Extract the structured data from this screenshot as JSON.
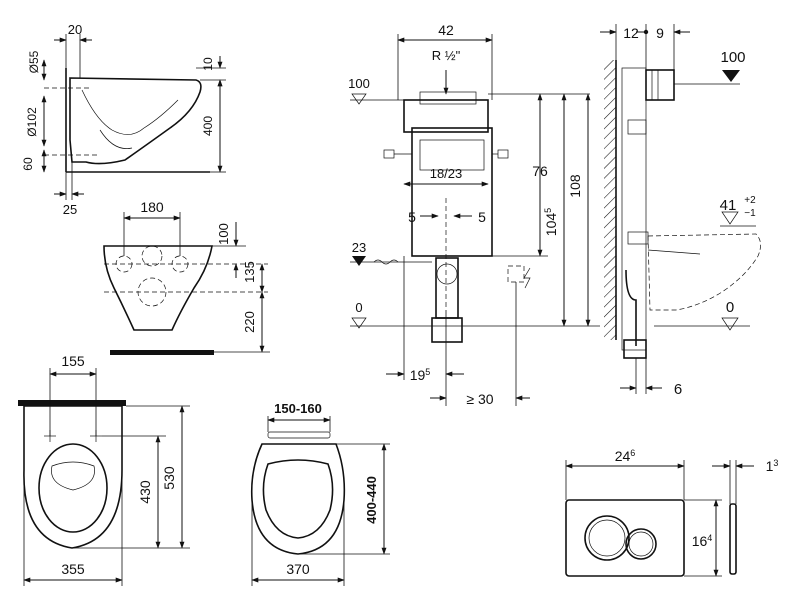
{
  "palette": {
    "ink": "#111111",
    "paper": "#ffffff",
    "frame_gray": "#888888"
  },
  "labels": {
    "side_top_width": "20",
    "side_dia_55": "Ø55",
    "side_top_offset": "10",
    "side_dia_102": "Ø102",
    "side_height_400": "400",
    "side_bottom_60": "60",
    "side_base_25": "25",
    "rear_width_180": "180",
    "rear_h_100": "100",
    "rear_h_135": "135",
    "rear_h_220": "220",
    "top_width_155": "155",
    "top_len_430": "430",
    "top_len_530": "530",
    "top_base_355": "355",
    "seat_width_range": "150-160",
    "seat_len_range": "400-440",
    "seat_base_370": "370",
    "frame_width_42": "42",
    "frame_thread": "R ½\"",
    "frame_level_100": "100",
    "frame_h_76": "76",
    "frame_range_1823": "18/23",
    "frame_h_104": "104",
    "frame_h_104_sup": "5",
    "frame_h_108": "108",
    "frame_off_5_left": "5",
    "frame_off_5_right": "5",
    "frame_level_23": "23",
    "frame_level_0": "0",
    "frame_drain_19": "19",
    "frame_drain_19_sup": "5",
    "frame_min_30": "≥ 30",
    "wall_12": "12",
    "wall_9": "9",
    "wall_level_100": "100",
    "wall_height_41": "41",
    "wall_tol_plus": "+2",
    "wall_tol_minus": "−1",
    "wall_level_0": "0",
    "wall_6": "6",
    "plate_width": "24",
    "plate_width_sup": "6",
    "plate_height": "16",
    "plate_height_sup": "4",
    "plate_depth": "1",
    "plate_depth_sup": "3"
  },
  "icons": {
    "level_marker": "triangle-down-icon",
    "water_inlet": "wavy-arrow-icon",
    "electric": "lightning-icon",
    "dual_flush": "dual-flush-button-icon"
  }
}
